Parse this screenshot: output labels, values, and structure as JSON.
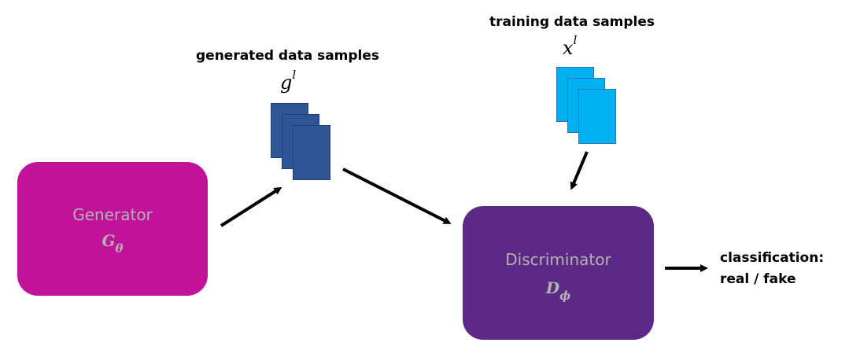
{
  "generated": {
    "label": "generated data samples",
    "symbol": "g",
    "superscript": "l"
  },
  "training": {
    "label": "training data samples",
    "symbol": "x",
    "superscript": "l"
  },
  "generator": {
    "title": "Generator",
    "symbol": "G",
    "subscript": "θ",
    "color": "#c0139a"
  },
  "discriminator": {
    "title": "Discriminator",
    "symbol": "D",
    "subscript": "ϕ",
    "color": "#5c2a86"
  },
  "output": {
    "line1": "classification:",
    "line2": "real / fake"
  },
  "colors": {
    "generated_samples": "#2f5597",
    "training_samples": "#00b0f0"
  }
}
